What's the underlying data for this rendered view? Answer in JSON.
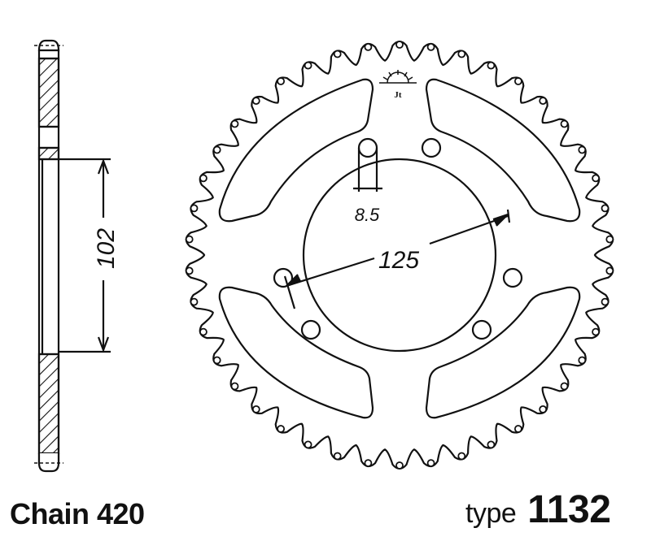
{
  "diagram": {
    "title": "Rear sprocket technical drawing",
    "side_view": {
      "dimension_label": "102",
      "description": "sectional side view of sprocket with hatched tooth ring"
    },
    "front_view": {
      "tooth_count": 42,
      "bolt_hole_count": 6,
      "bolt_hole_dimension": "8.5",
      "pitch_circle_dimension": "125",
      "lightening_cutouts": 4,
      "logo": "manufacturer-sun-logo"
    }
  },
  "captions": {
    "chain_label": "Chain 420",
    "type_prefix": "type",
    "type_number": "1132"
  },
  "colors": {
    "line": "#111111",
    "background": "#ffffff"
  }
}
